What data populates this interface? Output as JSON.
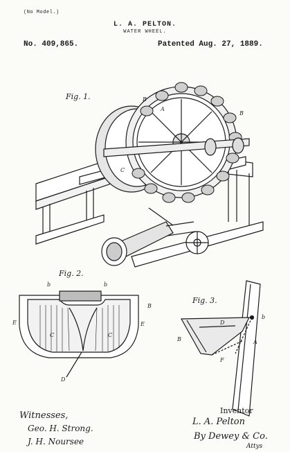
{
  "header": {
    "model_note": "(No Model.)",
    "inventor": "L. A. PELTON.",
    "title": "WATER WHEEL.",
    "patent_number": "No. 409,865.",
    "patent_date": "Patented Aug. 27, 1889."
  },
  "figures": {
    "fig1_label": "Fig. 1.",
    "fig2_label": "Fig. 2.",
    "fig3_label": "Fig. 3.",
    "fig1_letters": [
      "B",
      "A",
      "B",
      "C"
    ],
    "fig2_letters": [
      "b",
      "b",
      "B",
      "E",
      "E",
      "C",
      "C",
      "D"
    ],
    "fig3_letters": [
      "b",
      "D",
      "B",
      "A",
      "F"
    ]
  },
  "signatures": {
    "witnesses_label": "Witnesses,",
    "witness_1": "Geo. H. Strong.",
    "witness_2": "J. H. Noursee",
    "inventor_label": "Inventor",
    "inventor_signature": "L. A. Pelton",
    "attorney_signature": "By Dewey & Co.",
    "attorney_label": "Attys"
  },
  "colors": {
    "paper": "#fbfbf8",
    "ink": "#1a1a1a"
  }
}
